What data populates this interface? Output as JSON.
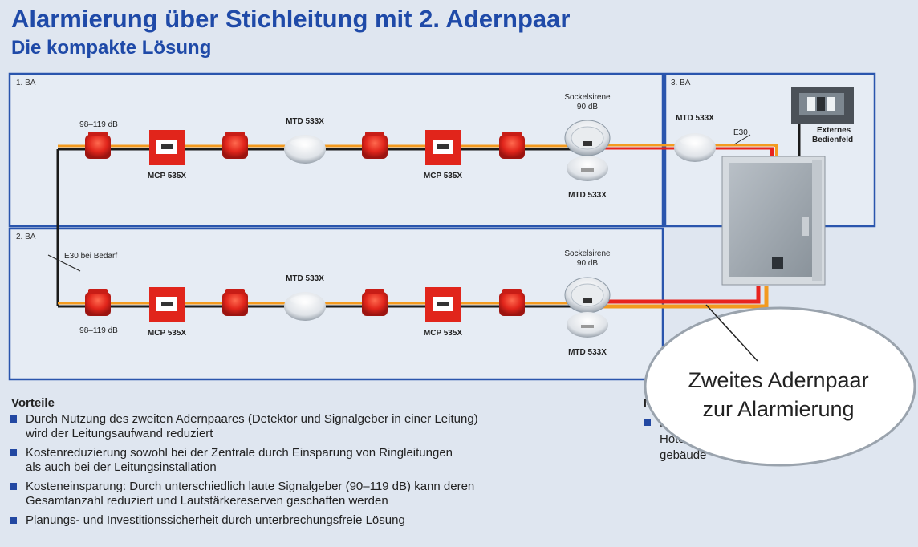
{
  "title": "Alarmierung über Stichleitung mit 2. Adernpaar",
  "subtitle": "Die kompakte Lösung",
  "zones": {
    "z1": "1. BA",
    "z2": "2. BA",
    "z3": "3. BA"
  },
  "labels": {
    "db_range": "98–119 dB",
    "mcp": "MCP 535X",
    "mtd": "MTD 533X",
    "sockelsirene": "Sockelsirene",
    "sockel_db": "90 dB",
    "e30": "E30",
    "e30_bedarf": "E30 bei Bedarf",
    "ext_line1": "Externes",
    "ext_line2": "Bedienfeld"
  },
  "callout": {
    "line1": "Zweites Adernpaar",
    "line2": "zur Alarmierung"
  },
  "vorteile": {
    "heading": "Vorteile",
    "items": [
      {
        "l1": "Durch Nutzung des zweiten Adernpaares (Detektor und Signalgeber in einer Leitung)",
        "l2": "wird der Leitungsaufwand reduziert"
      },
      {
        "l1": "Kostenreduzierung sowohl bei der Zentrale durch Einsparung von Ringleitungen",
        "l2": "als auch bei der Leitungsinstallation"
      },
      {
        "l1": "Kosteneinsparung: Durch unterschiedlich laute Signalgeber (90–119 dB) kann deren",
        "l2": "Gesamtanzahl reduziert und Lautstärkereserven geschaffen werden"
      },
      {
        "l1": "Planungs- und Investitionssicherheit durch unterbrechungsfreie Lösung",
        "l2": ""
      }
    ]
  },
  "right_section": {
    "heading": "M",
    "text_line1": "K",
    "text_line2": "Hote",
    "text_line3": "gebäude"
  },
  "colors": {
    "title_blue": "#1f4aa8",
    "panel_border": "#2a55ad",
    "cable_orange": "#f39a1f",
    "cable_red": "#e8231d",
    "device_red": "#e1251b"
  }
}
